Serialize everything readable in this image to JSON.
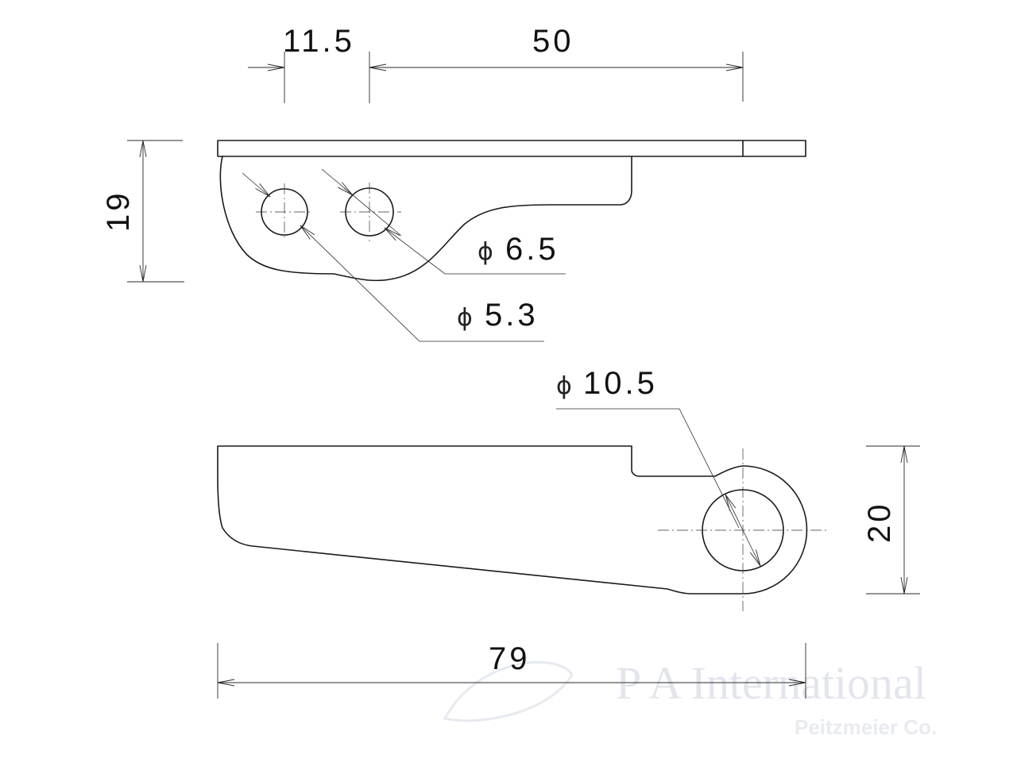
{
  "drawing": {
    "top_view": {
      "dim_hole_spacing": "11.5",
      "dim_hole_to_end": "50",
      "dim_height": "19",
      "hole_large": "6.5",
      "hole_small": "5.3"
    },
    "side_view": {
      "hole_eye": "10.5",
      "dim_height": "20",
      "dim_length": "79"
    },
    "diameter_symbol": "ϕ"
  },
  "watermark": {
    "company": "P  A International",
    "subtitle": "Peitzmeier Co."
  }
}
